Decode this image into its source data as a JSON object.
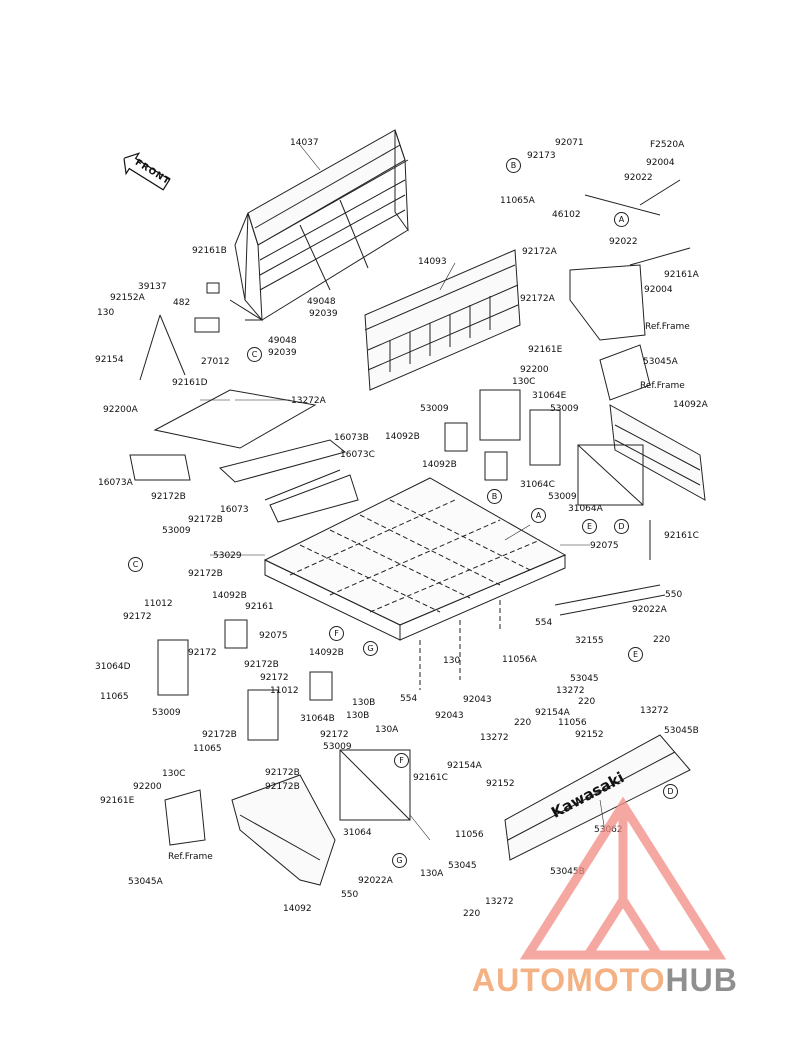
{
  "diagram_code": "F2520A",
  "front_label": "FRONT",
  "ref_labels": [
    "Ref.Frame",
    "Ref.Frame",
    "Ref.Frame"
  ],
  "callouts": [
    "A",
    "B",
    "C",
    "A",
    "B",
    "C",
    "D",
    "E",
    "F",
    "G",
    "E",
    "D",
    "F",
    "G"
  ],
  "brand_decal": "Kawasaki",
  "watermark": {
    "part1": "AUTO",
    "part2": "MOTO",
    "part3": "HUB"
  },
  "parts": [
    "14037",
    "92071",
    "92173",
    "11065A",
    "46102",
    "92004",
    "92022",
    "92022",
    "92161A",
    "92004",
    "92161B",
    "39137",
    "92152A",
    "130",
    "482",
    "27012",
    "92154",
    "92161D",
    "92200A",
    "49048",
    "92039",
    "49048",
    "92039",
    "14093",
    "92172A",
    "92172A",
    "92161E",
    "53045A",
    "92200",
    "130C",
    "13272A",
    "16073B",
    "16073C",
    "16073A",
    "92172B",
    "16073",
    "53009",
    "31064E",
    "53009",
    "14092B",
    "14092B",
    "14092A",
    "31064C",
    "53009",
    "31064A",
    "92161C",
    "92075",
    "92172B",
    "53009",
    "53029",
    "92172B",
    "11012",
    "14092B",
    "92161",
    "92075",
    "92172",
    "31064D",
    "11065",
    "53009",
    "92172",
    "92172B",
    "92172",
    "11012",
    "14092B",
    "31064B",
    "92172",
    "92172B",
    "11065",
    "550",
    "92022A",
    "554",
    "32155",
    "11056A",
    "130",
    "130B",
    "554",
    "130B",
    "92043",
    "92043",
    "130A",
    "53009",
    "92172B",
    "92172B",
    "130C",
    "92200",
    "92161E",
    "53045A",
    "220",
    "53045",
    "13272",
    "92154A",
    "11056",
    "13272",
    "92152",
    "53045B",
    "220",
    "220",
    "13272",
    "92154A",
    "92152",
    "11056",
    "53062",
    "53045B",
    "31064",
    "92161C",
    "130A",
    "92022A",
    "550",
    "14092",
    "53045",
    "220",
    "13272"
  ]
}
